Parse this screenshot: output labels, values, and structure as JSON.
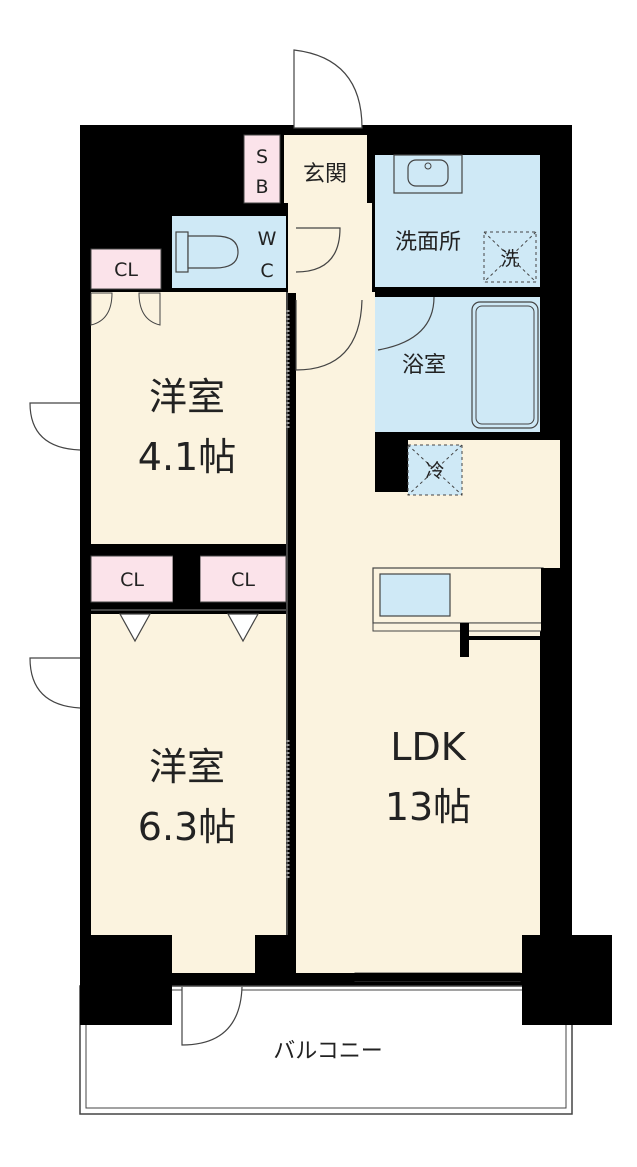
{
  "rooms": {
    "entrance": "玄関",
    "shoe_box": [
      "S",
      "B"
    ],
    "wc": [
      "W",
      "C"
    ],
    "washroom": "洗面所",
    "washer": "洗",
    "bathroom": "浴室",
    "fridge": "冷",
    "closet": "CL",
    "bedroom1": {
      "name": "洋室",
      "size": "4.1帖"
    },
    "bedroom2": {
      "name": "洋室",
      "size": "6.3帖"
    },
    "ldk": {
      "name": "LDK",
      "size": "13帖"
    },
    "balcony": "バルコニー"
  },
  "colors": {
    "wall": "#000000",
    "room_floor": "#fbf3df",
    "wet_area": "#cfe9f6",
    "closet": "#fbe3ea",
    "outline": "#444444"
  }
}
